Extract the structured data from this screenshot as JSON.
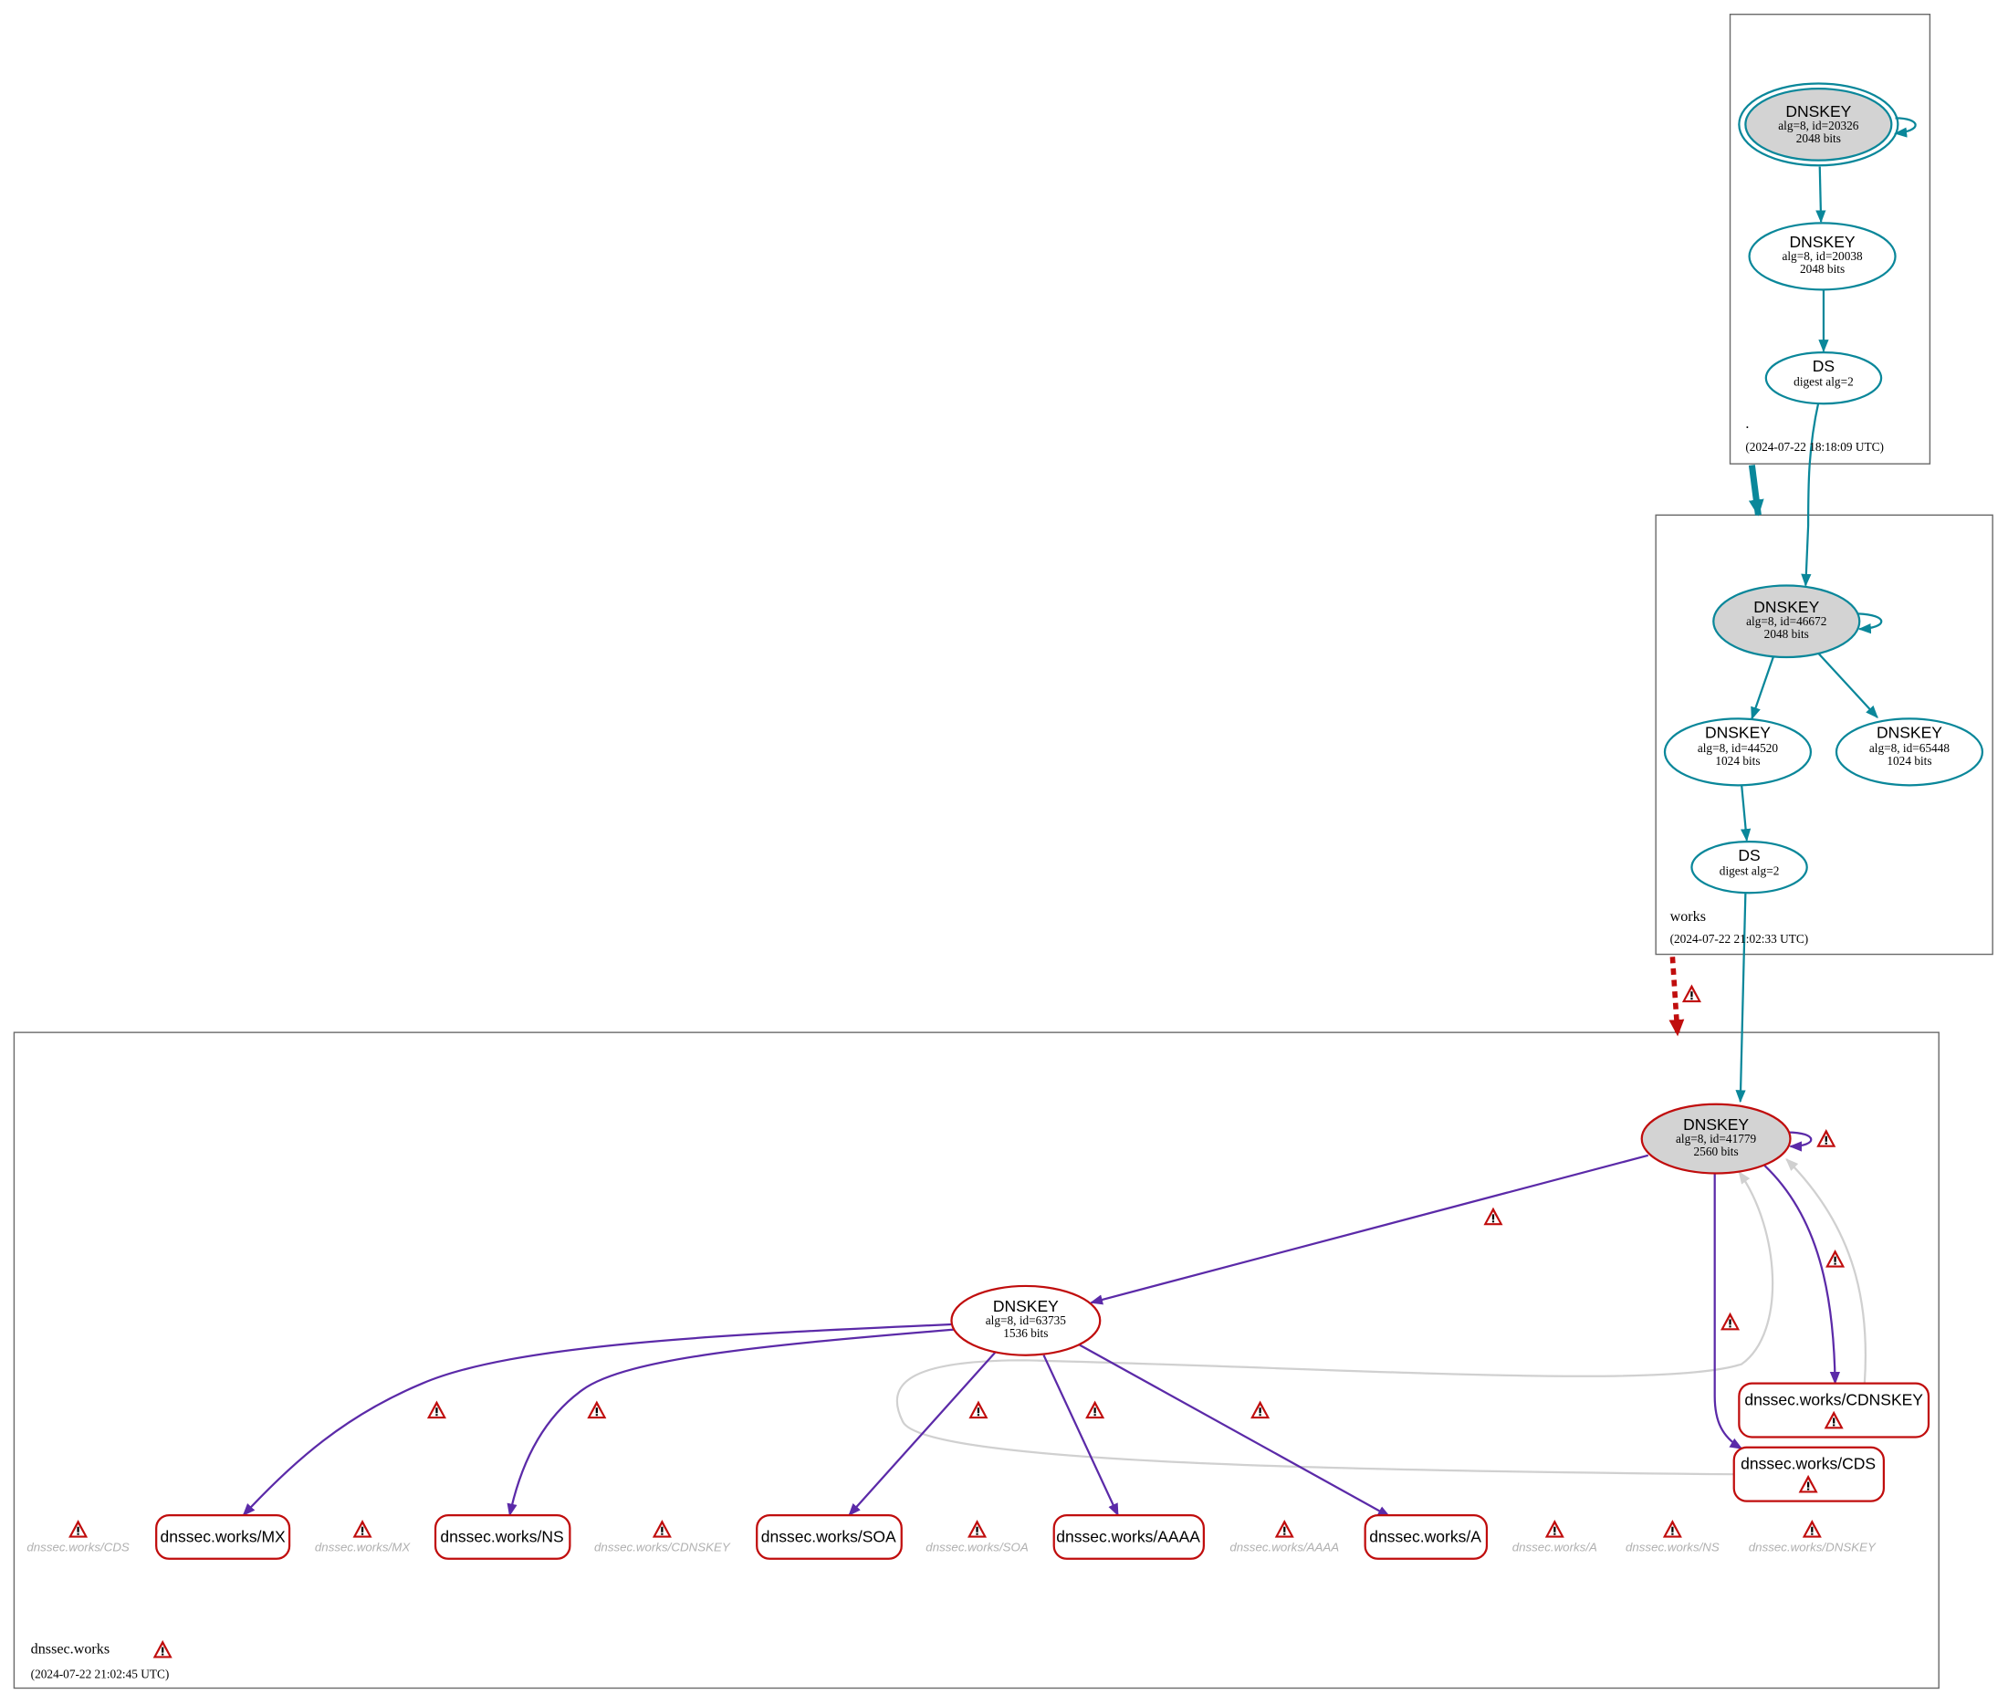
{
  "colors": {
    "secure": "#0a879a",
    "bogus": "#5b2aa8",
    "error": "#c00d0d",
    "insecure_ref": "#d0d0d0",
    "ksk_fill": "#d3d3d3"
  },
  "zones": {
    "root": {
      "name": ".",
      "timestamp": "(2024-07-22 18:18:09 UTC)",
      "ksk": {
        "type": "DNSKEY",
        "detail": "alg=8, id=20326",
        "size": "2048 bits"
      },
      "zsk": {
        "type": "DNSKEY",
        "detail": "alg=8, id=20038",
        "size": "2048 bits"
      },
      "ds": {
        "type": "DS",
        "detail": "digest alg=2"
      }
    },
    "works": {
      "name": "works",
      "timestamp": "(2024-07-22 21:02:33 UTC)",
      "ksk": {
        "type": "DNSKEY",
        "detail": "alg=8, id=46672",
        "size": "2048 bits"
      },
      "zsk1": {
        "type": "DNSKEY",
        "detail": "alg=8, id=44520",
        "size": "1024 bits"
      },
      "zsk2": {
        "type": "DNSKEY",
        "detail": "alg=8, id=65448",
        "size": "1024 bits"
      },
      "ds": {
        "type": "DS",
        "detail": "digest alg=2"
      }
    },
    "dnssec": {
      "name": "dnssec.works",
      "timestamp": "(2024-07-22 21:02:45 UTC)",
      "ksk": {
        "type": "DNSKEY",
        "detail": "alg=8, id=41779",
        "size": "2560 bits"
      },
      "zsk": {
        "type": "DNSKEY",
        "detail": "alg=8, id=63735",
        "size": "1536 bits"
      },
      "rrsets": [
        "dnssec.works/MX",
        "dnssec.works/NS",
        "dnssec.works/SOA",
        "dnssec.works/AAAA",
        "dnssec.works/A",
        "dnssec.works/CDNSKEY",
        "dnssec.works/CDS"
      ],
      "nodata": [
        "dnssec.works/CDS",
        "dnssec.works/MX",
        "dnssec.works/CDNSKEY",
        "dnssec.works/SOA",
        "dnssec.works/AAAA",
        "dnssec.works/A",
        "dnssec.works/NS",
        "dnssec.works/DNSKEY"
      ]
    }
  }
}
